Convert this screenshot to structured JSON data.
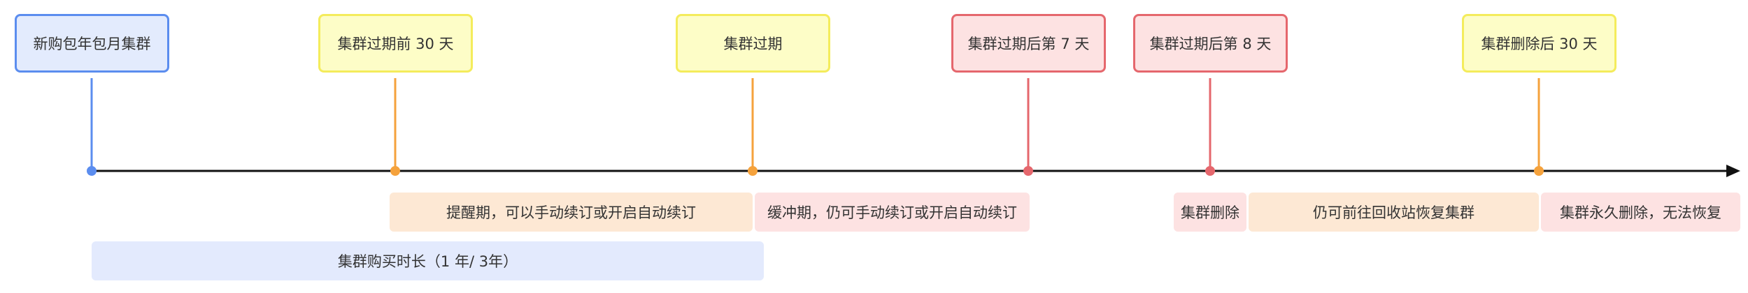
{
  "milestones": [
    {
      "label": "新购包年包月集群",
      "style": "blue"
    },
    {
      "label": "集群过期前 30 天",
      "style": "yellow"
    },
    {
      "label": "集群过期",
      "style": "yellow"
    },
    {
      "label": "集群过期后第 7 天",
      "style": "red"
    },
    {
      "label": "集群过期后第 8 天",
      "style": "red"
    },
    {
      "label": "集群删除后 30 天",
      "style": "yellow"
    }
  ],
  "periods": [
    {
      "label": "提醒期，可以手动续订或开启自动续订"
    },
    {
      "label": "缓冲期，仍可手动续订或开启自动续订"
    },
    {
      "label": "集群删除"
    },
    {
      "label": "仍可前往回收站恢复集群"
    },
    {
      "label": "集群永久删除，无法恢复"
    },
    {
      "label": "集群购买时长（1 年/ 3年）"
    }
  ],
  "colors": {
    "blue": "#5b8def",
    "orange": "#f5a23c",
    "red": "#e5676d",
    "axis": "#111111"
  }
}
